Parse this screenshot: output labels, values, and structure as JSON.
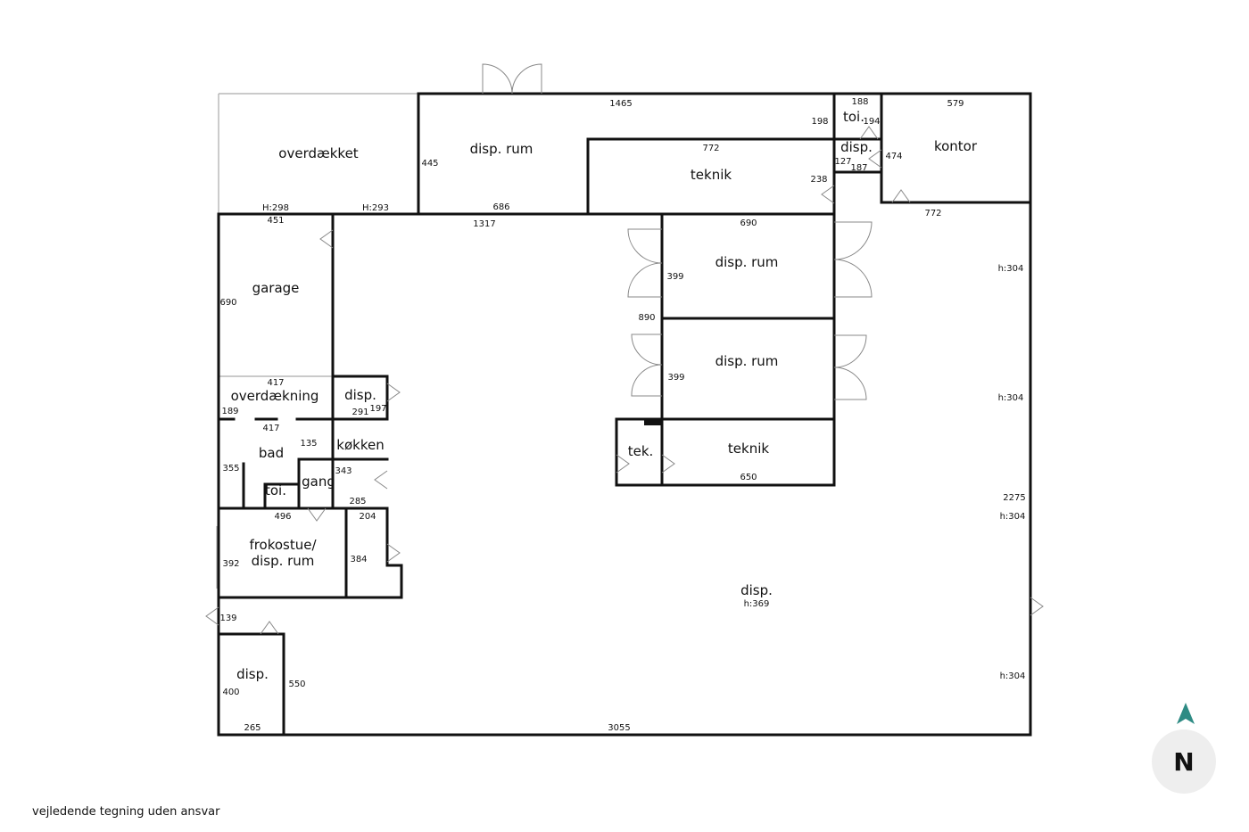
{
  "rooms": {
    "overdaekket": "overdækket",
    "disp_rum_top": "disp. rum",
    "teknik_top": "teknik",
    "toi_top": "toi.",
    "disp_top": "disp.",
    "kontor": "kontor",
    "garage": "garage",
    "disp_rum_1": "disp. rum",
    "disp_rum_2": "disp. rum",
    "overdaekning": "overdækning",
    "disp_small": "disp.",
    "bad": "bad",
    "koekken": "køkken",
    "gang": "gang",
    "toi_small": "toi.",
    "tek": "tek.",
    "teknik_mid": "teknik",
    "frokostue_1": "frokostue/",
    "frokostue_2": "disp. rum",
    "disp_bottom": "disp.",
    "disp_main": "disp.",
    "disp_main_height": "h:369"
  },
  "dimensions": [
    "1465",
    "198",
    "188",
    "194",
    "579",
    "445",
    "772",
    "238",
    "474",
    "127",
    "187",
    "772",
    "H:298",
    "H:293",
    "451",
    "686",
    "1317",
    "690",
    "h:304",
    "690",
    "399",
    "890",
    "399",
    "417",
    "189",
    "291",
    "197",
    "417",
    "135",
    "355",
    "343",
    "285",
    "496",
    "204",
    "392",
    "384",
    "139",
    "400",
    "550",
    "265",
    "3055",
    "650",
    "2275",
    "h:304",
    "h:304",
    "h:304"
  ],
  "compass": {
    "label": "N",
    "color": "#2e8b84"
  },
  "footer": "vejledende tegning uden ansvar"
}
